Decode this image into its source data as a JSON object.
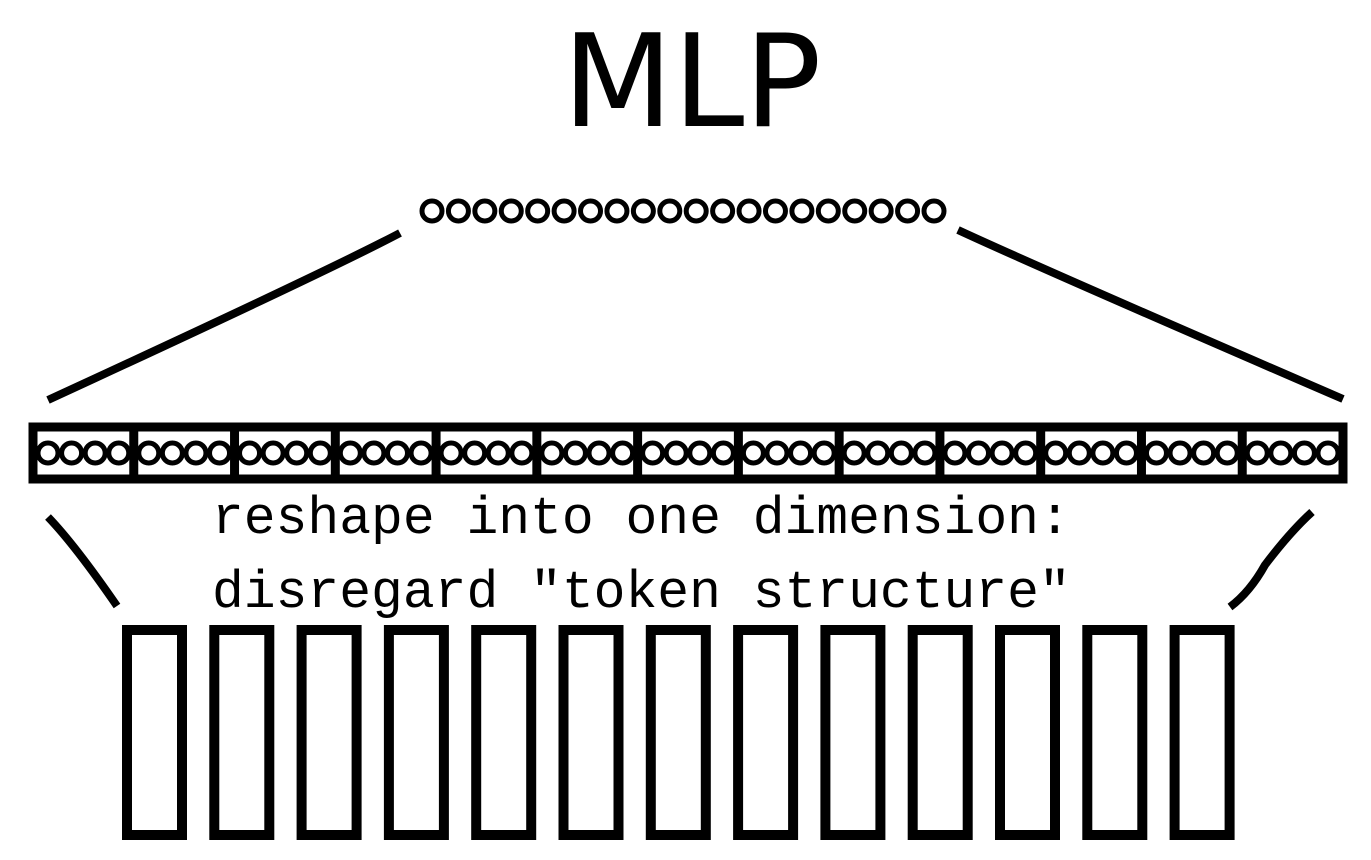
{
  "diagram": {
    "title": "MLP",
    "caption_line_1": "reshape into one dimension:",
    "caption_line_2": "disregard \"token structure\"",
    "mlp_neuron_count": 20,
    "flattened_segment_count": 13,
    "neurons_per_segment": 4,
    "token_count": 13
  }
}
